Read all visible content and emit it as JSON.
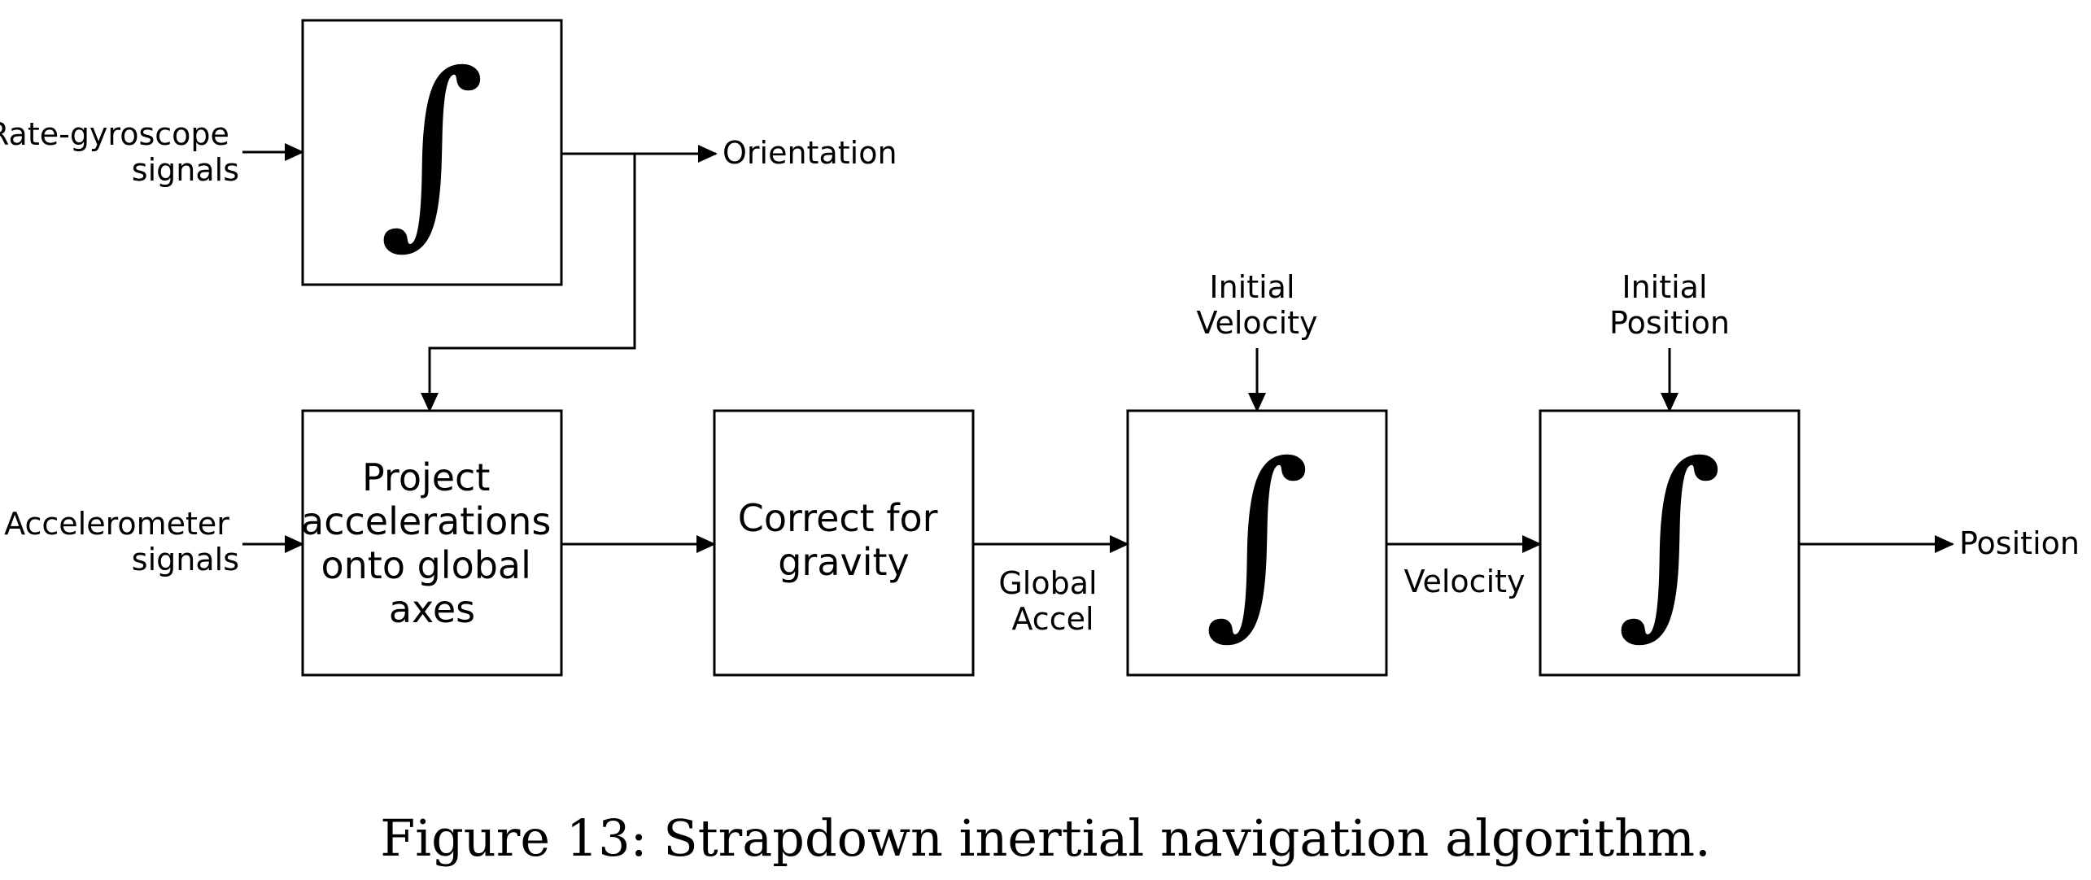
{
  "diagram": {
    "inputs": {
      "gyro": [
        "Rate-gyroscope",
        "signals"
      ],
      "accel": [
        "Accelerometer",
        "signals"
      ],
      "init_velocity": [
        "Initial",
        "Velocity"
      ],
      "init_position": [
        "Initial",
        "Position"
      ]
    },
    "blocks": {
      "gyro_integrator": "∫",
      "project": [
        "Project",
        "accelerations",
        "onto global",
        "axes"
      ],
      "gravity": [
        "Correct for",
        "gravity"
      ],
      "velocity_integrator": "∫",
      "position_integrator": "∫"
    },
    "signals": {
      "orientation": "Orientation",
      "global_accel": [
        "Global",
        "Accel"
      ],
      "velocity": "Velocity",
      "position": "Position"
    }
  },
  "caption": "Figure 13: Strapdown inertial navigation algorithm."
}
